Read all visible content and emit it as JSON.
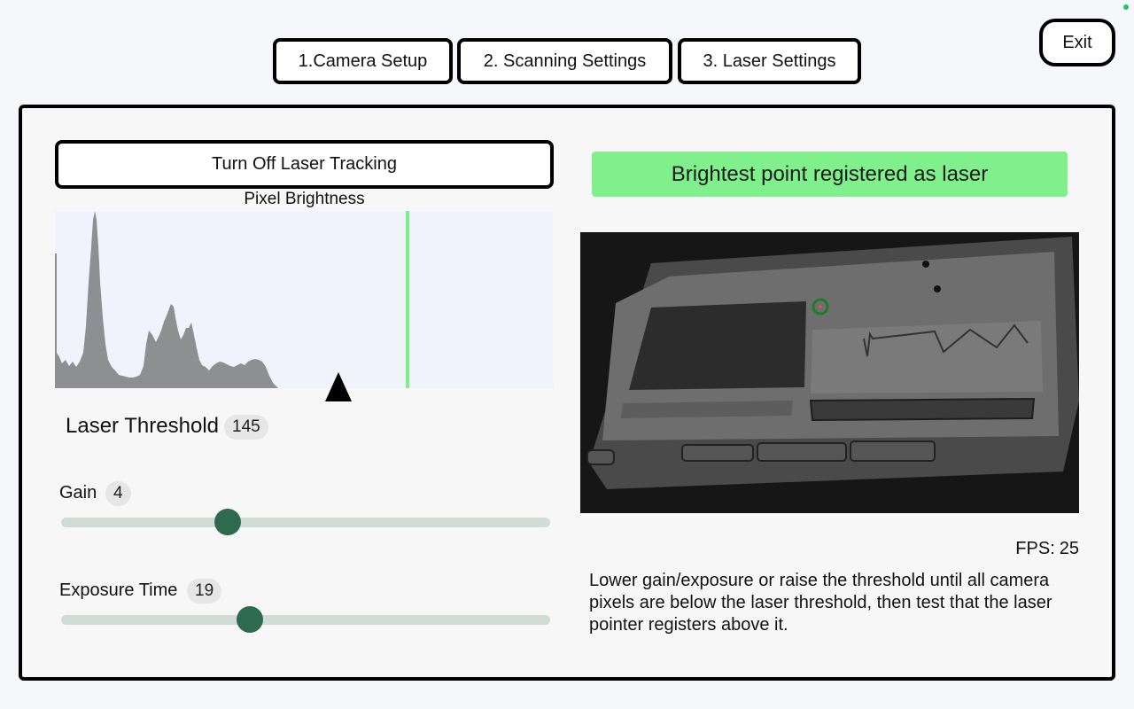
{
  "tabs": [
    {
      "label": "1.Camera Setup"
    },
    {
      "label": "2. Scanning Settings"
    },
    {
      "label": "3. Laser Settings"
    }
  ],
  "exit_label": "Exit",
  "laser_tracking_button": "Turn Off Laser Tracking",
  "histogram": {
    "title": "Pixel Brightness",
    "threshold_line_color": "#7ef08a",
    "bar_color": "#8e8f93"
  },
  "laser_threshold": {
    "label": "Laser Threshold",
    "value": "145"
  },
  "gain": {
    "label": "Gain",
    "value": "4",
    "fraction": 0.34
  },
  "exposure": {
    "label": "Exposure Time",
    "value": "19",
    "fraction": 0.386
  },
  "laser_status": {
    "text": "Brightest point registered as laser",
    "color": "#7ff08c"
  },
  "fps": {
    "label": "FPS:",
    "value": "25"
  },
  "instructions": "Lower gain/exposure or raise the threshold until all camera pixels are below the laser threshold, then test that the laser pointer registers above it.",
  "accent_color": "#2d6a4f"
}
